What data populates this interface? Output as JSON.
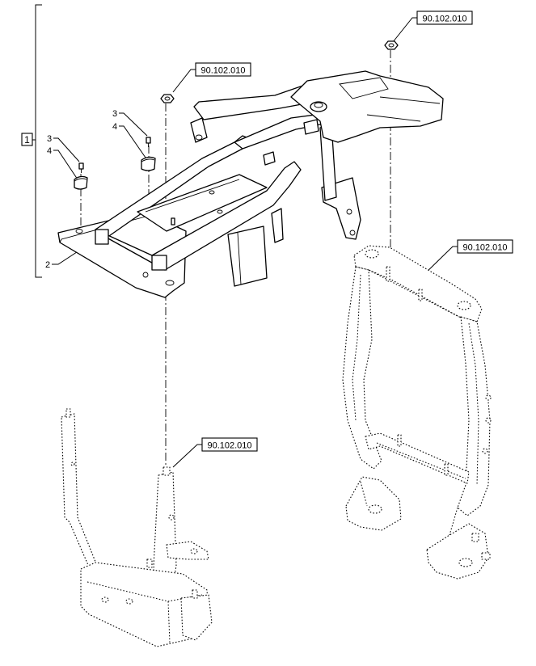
{
  "group_bracket": {
    "label": "1"
  },
  "callouts": [
    {
      "id": "callout-3-left",
      "label": "3"
    },
    {
      "id": "callout-4-left",
      "label": "4"
    },
    {
      "id": "callout-3-right",
      "label": "3"
    },
    {
      "id": "callout-4-right",
      "label": "4"
    },
    {
      "id": "callout-2",
      "label": "2"
    }
  ],
  "references": [
    {
      "id": "ref-top-right",
      "label": "90.102.010"
    },
    {
      "id": "ref-top-center",
      "label": "90.102.010"
    },
    {
      "id": "ref-right-frame",
      "label": "90.102.010"
    },
    {
      "id": "ref-bottom-center",
      "label": "90.102.010"
    }
  ]
}
